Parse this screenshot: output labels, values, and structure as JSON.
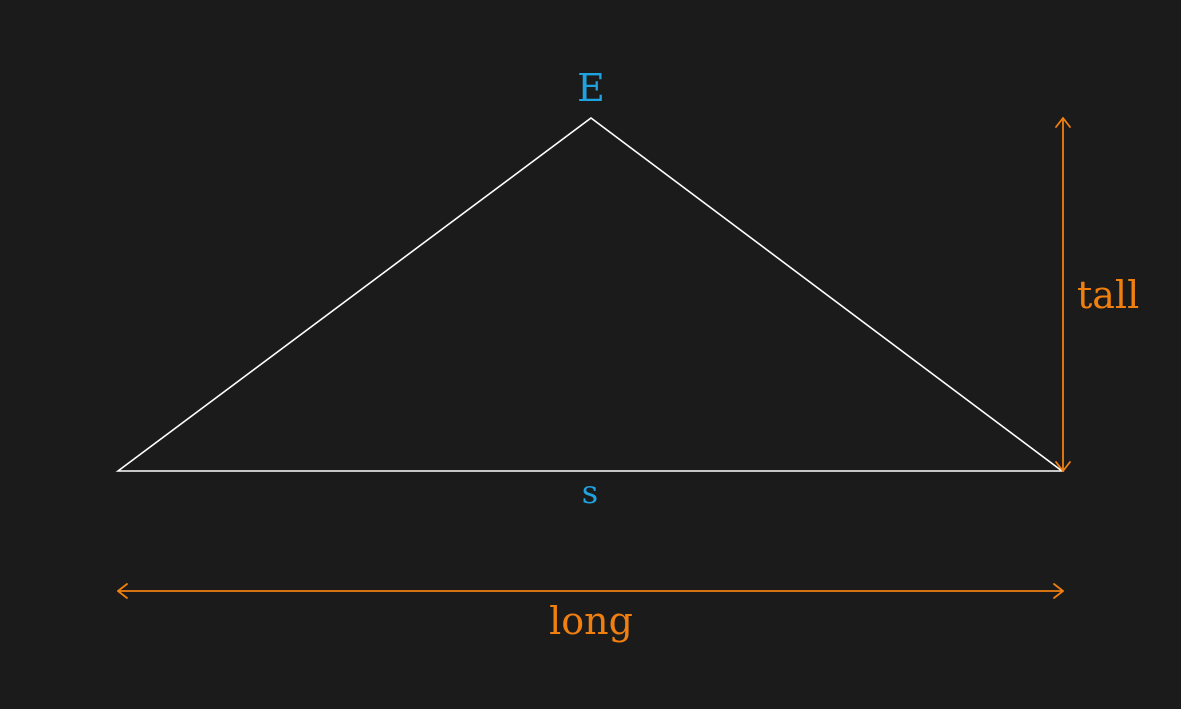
{
  "diagram": {
    "vertex_top_label": "E",
    "base_label": "s",
    "height_label": "tall",
    "width_label": "long"
  },
  "colors": {
    "background": "#1b1b1b",
    "triangle": "#ffffff",
    "vertex_label": "#1fa3e0",
    "dimension": "#f07f10"
  }
}
